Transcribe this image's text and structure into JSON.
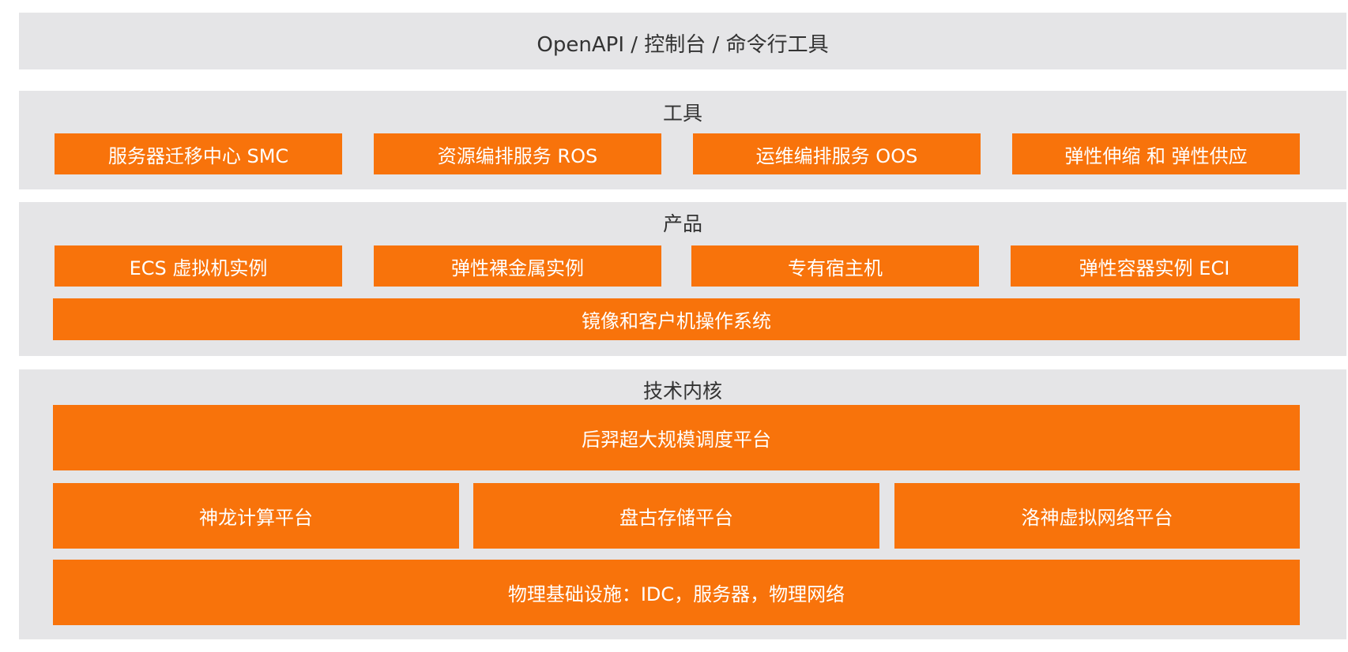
{
  "top_layer": {
    "title": "OpenAPI / 控制台 / 命令行工具"
  },
  "tools_layer": {
    "title": "工具",
    "items": [
      "服务器迁移中心 SMC",
      "资源编排服务 ROS",
      "运维编排服务 OOS",
      "弹性伸缩 和 弹性供应"
    ]
  },
  "products_layer": {
    "title": "产品",
    "items": [
      "ECS 虚拟机实例",
      "弹性裸金属实例",
      "专有宿主机",
      "弹性容器实例 ECI"
    ],
    "os_bar": "镜像和客户机操作系统"
  },
  "core_layer": {
    "title": "技术内核",
    "scheduler": "后羿超大规模调度平台",
    "platforms": [
      "神龙计算平台",
      "盘古存储平台",
      "洛神虚拟网络平台"
    ],
    "infrastructure": "物理基础设施：IDC，服务器，物理网络"
  },
  "colors": {
    "band_background": "#e5e5e7",
    "box_fill": "#f8730b",
    "box_text": "#ffffff",
    "title_text": "#333333"
  }
}
